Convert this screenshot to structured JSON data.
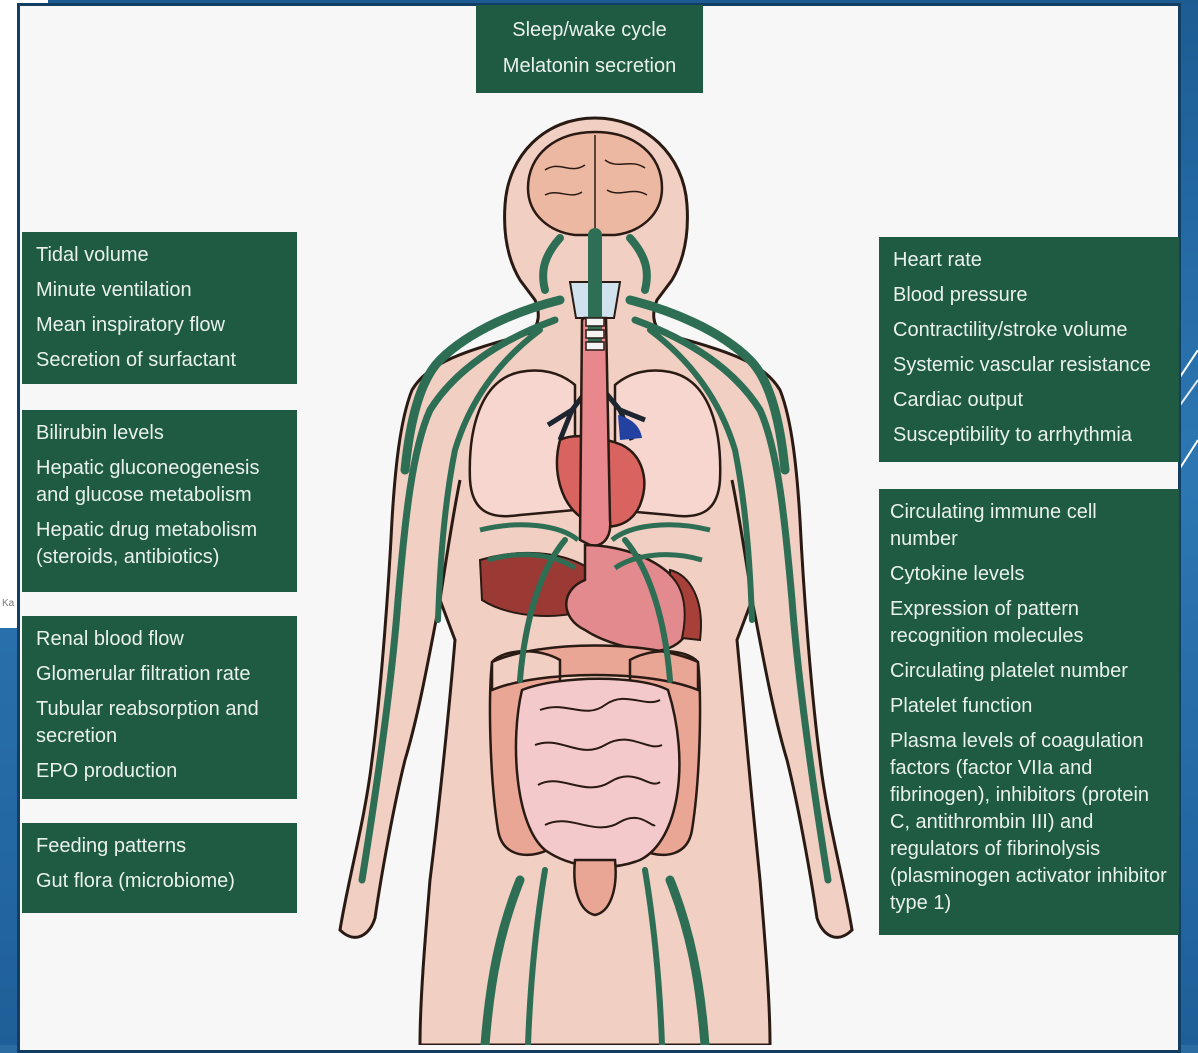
{
  "top_box": {
    "items": [
      "Sleep/wake cycle",
      "Melatonin secretion"
    ]
  },
  "lung_box": {
    "items": [
      "Tidal volume",
      "Minute ventilation",
      "Mean inspiratory flow",
      "Secretion of surfactant"
    ]
  },
  "liver_box": {
    "items": [
      "Bilirubin levels",
      "Hepatic gluconeogenesis and glucose metabolism",
      "Hepatic drug metabolism (steroids, antibiotics)"
    ]
  },
  "kidney_box": {
    "items": [
      "Renal blood flow",
      "Glomerular filtration rate",
      "Tubular reabsorption and secretion",
      "EPO production"
    ]
  },
  "gut_box": {
    "items": [
      "Feeding patterns",
      "Gut flora (microbiome)"
    ]
  },
  "heart_box": {
    "items": [
      "Heart rate",
      "Blood pressure",
      "Contractility/stroke volume",
      "Systemic vascular resistance",
      "Cardiac output",
      "Susceptibility to arrhythmia"
    ]
  },
  "immune_box": {
    "items": [
      "Circulating immune cell number",
      "Cytokine levels",
      "Expression of pattern recognition molecules",
      "Circulating platelet number",
      "Platelet function",
      "Plasma levels of coagulation factors (factor VIIa and fibrinogen), inhibitors (protein C, antithrombin III) and regulators of fibrinolysis (plasminogen activator inhibitor type 1)"
    ]
  },
  "slide_fragment": "Ka",
  "colors": {
    "box_bg": "#1f5a43",
    "box_text": "#e9f1ec",
    "skin": "#f1cfc2",
    "nerve": "#2e6e54",
    "outline": "#2a1a14",
    "frame_bg": "#f7f7f7",
    "slide_bg": "#2b6da3"
  }
}
